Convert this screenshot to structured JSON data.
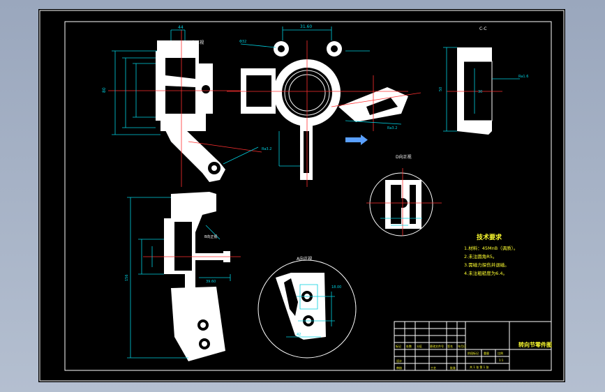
{
  "labels": {
    "view_a_top": "A向正视",
    "view_b": "B向正视",
    "view_d": "D向正视",
    "view_a_bottom": "A向正视",
    "section_cc": "C-C"
  },
  "dimensions": {
    "top_width": "31.60",
    "d1": "Φ32",
    "ra_a": "Ra3.2",
    "ra_b": "Ra3.2",
    "ra_c": "Ra1.6",
    "d_sec": "30",
    "d_left": "44",
    "d_bottom_a": "39.60",
    "d_bottom_b": "18.00",
    "d_bottom_c": "42"
  },
  "tech_req": {
    "title": "技术要求",
    "items": [
      "1.材料：45MnB（调质）。",
      "2.未注圆角R5。",
      "3.需磁力探伤并退磁。",
      "4.未注粗糙度为6.4。"
    ]
  },
  "title_block": {
    "drawing_name": "转向节零件图",
    "scale": "1:1",
    "sheet_info": "共 1 张  第 1 张",
    "row_labels": [
      "设计",
      "审核",
      "工艺"
    ],
    "col_labels": [
      "标记",
      "处数",
      "分区",
      "更改文件号",
      "签名",
      "年月日"
    ],
    "stage_label": "阶段标记",
    "weight_label": "重量",
    "scale_label": "比例",
    "approve_label": "批准"
  }
}
